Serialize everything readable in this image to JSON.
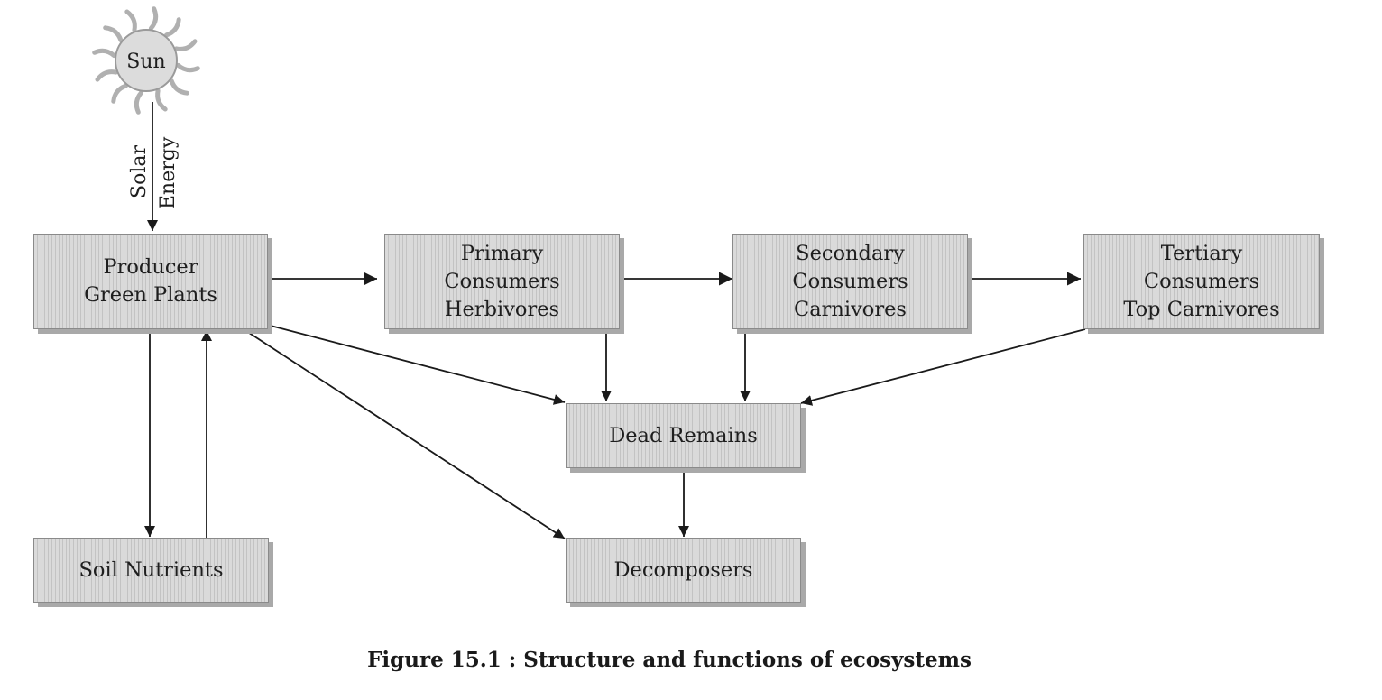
{
  "sun": {
    "label": "Sun"
  },
  "solar_energy": {
    "line1": "Solar",
    "line2": "Energy"
  },
  "nodes": {
    "producer": {
      "lines": [
        "Producer",
        "Green Plants"
      ]
    },
    "primary": {
      "lines": [
        "Primary",
        "Consumers",
        "Herbivores"
      ]
    },
    "secondary": {
      "lines": [
        "Secondary",
        "Consumers",
        "Carnivores"
      ]
    },
    "tertiary": {
      "lines": [
        "Tertiary",
        "Consumers",
        "Top Carnivores"
      ]
    },
    "dead_remains": {
      "lines": [
        "Dead Remains"
      ]
    },
    "soil_nutrients": {
      "lines": [
        "Soil Nutrients"
      ]
    },
    "decomposers": {
      "lines": [
        "Decomposers"
      ]
    }
  },
  "caption": "Figure 15.1 : Structure and functions of ecosystems",
  "colors": {
    "box_fill": "#d4d4d4",
    "box_shadow": "#a9a9a9",
    "line": "#1a1a1a",
    "sun_fill": "#dcdcdc"
  }
}
